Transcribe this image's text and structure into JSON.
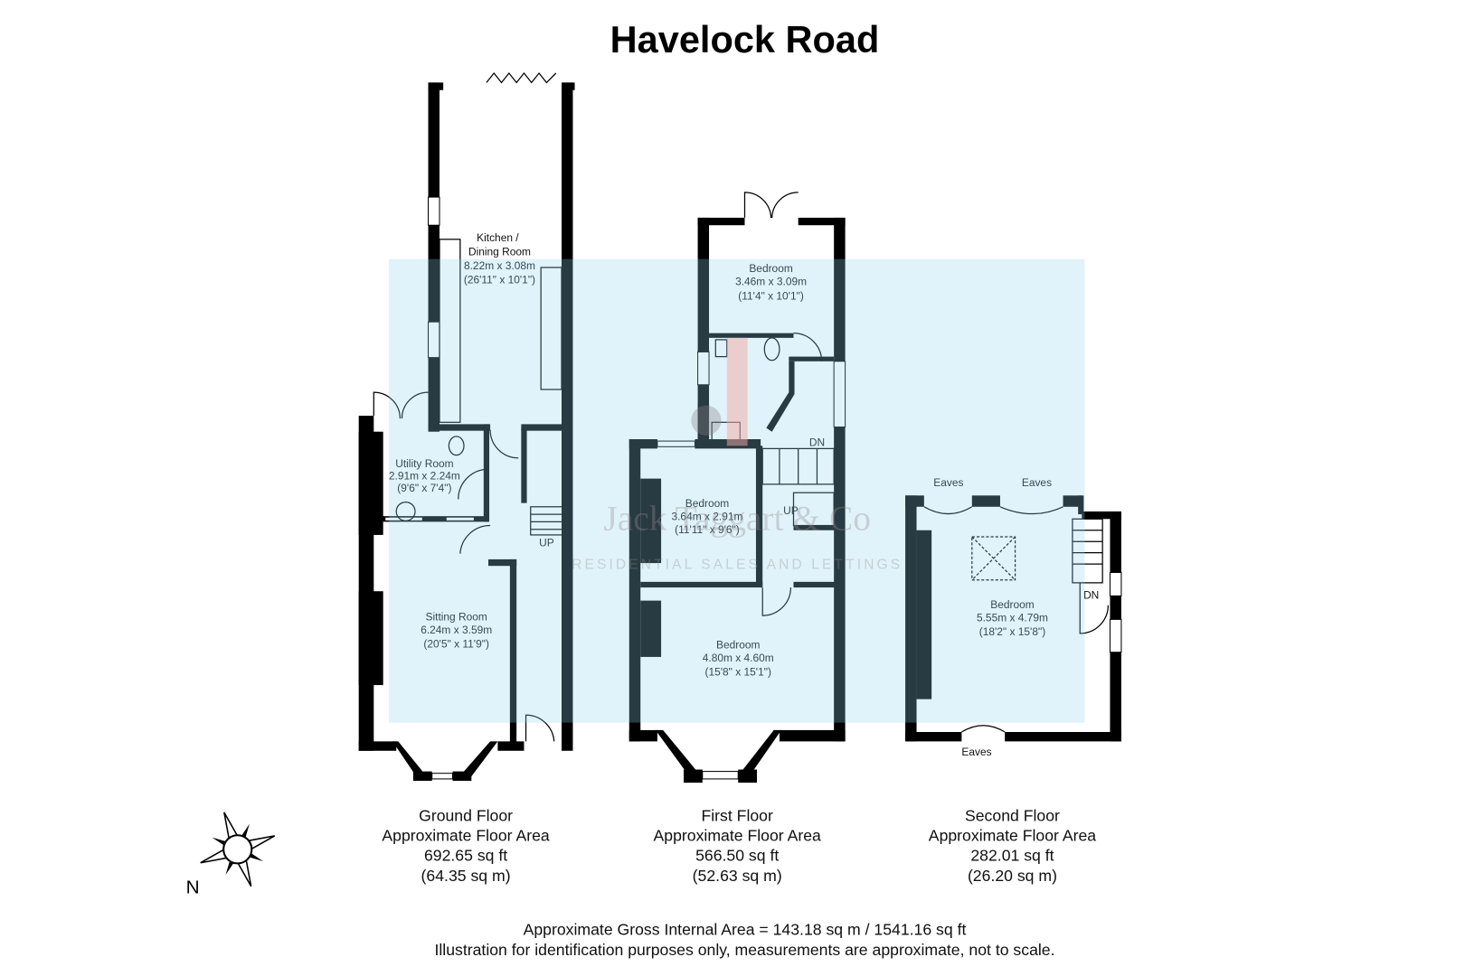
{
  "title": "Havelock Road",
  "watermark": {
    "name": "Jack Taggart & Co",
    "tagline": "RESIDENTIAL SALES AND LETTINGS"
  },
  "rooms": {
    "kitchen": {
      "name_line1": "Kitchen /",
      "name_line2": "Dining Room",
      "metric": "8.22m x 3.08m",
      "imperial": "(26'11\" x 10'1\")"
    },
    "utility": {
      "name": "Utility Room",
      "metric": "2.91m x 2.24m",
      "imperial": "(9'6\" x 7'4\")"
    },
    "sitting": {
      "name": "Sitting Room",
      "metric": "6.24m x 3.59m",
      "imperial": "(20'5\" x 11'9\")"
    },
    "bedroom_rear": {
      "name": "Bedroom",
      "metric": "3.46m x 3.09m",
      "imperial": "(11'4\" x 10'1\")"
    },
    "bedroom_middle": {
      "name": "Bedroom",
      "metric": "3.64m x 2.91m",
      "imperial": "(11'11\" x 9'6\")"
    },
    "bedroom_front": {
      "name": "Bedroom",
      "metric": "4.80m x 4.60m",
      "imperial": "(15'8\" x 15'1\")"
    },
    "bedroom_loft": {
      "name": "Bedroom",
      "metric": "5.55m x 4.79m",
      "imperial": "(18'2\" x 15'8\")"
    }
  },
  "stair_labels": {
    "ground_up": "UP",
    "first_dn": "DN",
    "first_up": "UP",
    "second_dn": "DN"
  },
  "eaves_label": "Eaves",
  "floors": [
    {
      "name": "Ground Floor",
      "caption": "Approximate Floor Area",
      "sqft": "692.65 sq ft",
      "sqm": "(64.35 sq m)"
    },
    {
      "name": "First Floor",
      "caption": "Approximate Floor Area",
      "sqft": "566.50 sq ft",
      "sqm": "(52.63 sq m)"
    },
    {
      "name": "Second Floor",
      "caption": "Approximate Floor Area",
      "sqft": "282.01 sq ft",
      "sqm": "(26.20 sq m)"
    }
  ],
  "compass": {
    "label": "N"
  },
  "footer": {
    "gross": "Approximate Gross Internal Area = 143.18 sq m / 1541.16 sq ft",
    "disclaimer": "Illustration for identification purposes only, measurements are approximate, not to scale."
  },
  "colors": {
    "wall": "#000000",
    "highlight": "#8fd3f0",
    "bath_highlight": "#f4a9a0"
  }
}
